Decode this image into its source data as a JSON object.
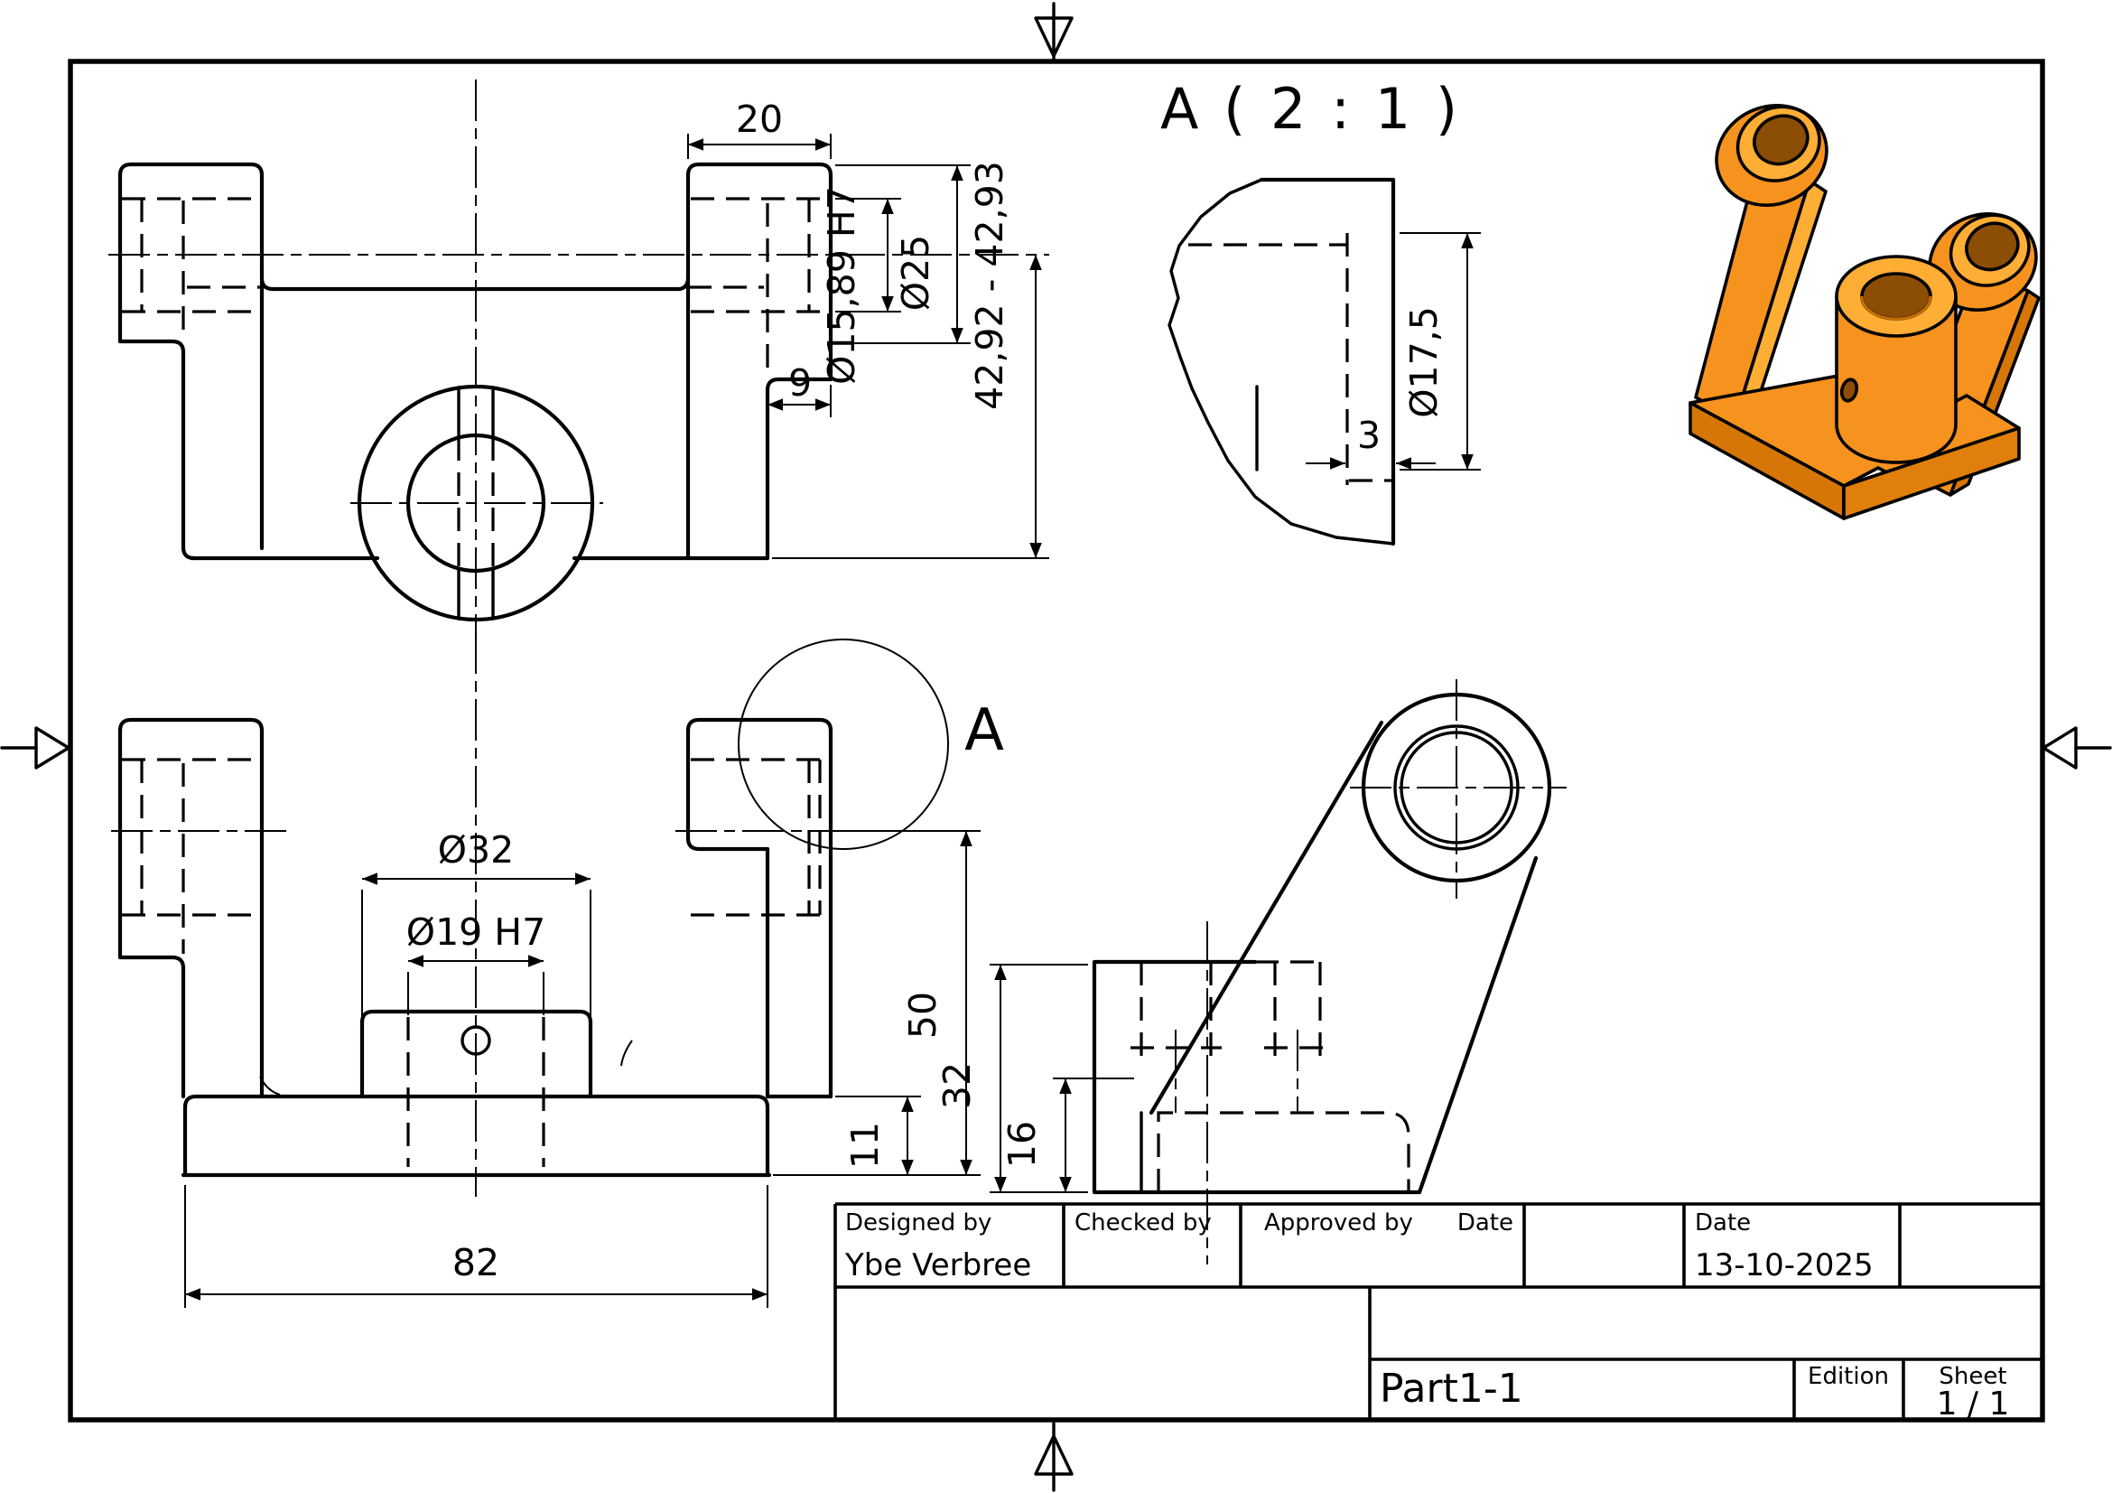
{
  "sheet": {
    "background": "#ffffff",
    "line_color": "#000000",
    "part_orange": "#F6921E",
    "part_orange_light": "#FFAE35",
    "part_orange_dark": "#D67607",
    "part_bore_dark": "#8C4D05"
  },
  "top_view": {
    "dim_tab_width": "20",
    "dim_overhang": "9",
    "dim_bore": "Ø15,89 H7",
    "dim_counterbore": "Ø25",
    "dim_span": "42,92 - 42,93"
  },
  "front_view": {
    "dim_boss_od": "Ø32",
    "dim_boss_bore": "Ø19 H7",
    "dim_height": "50",
    "dim_base_thickness": "11",
    "dim_base_width": "82",
    "detail_label": "A"
  },
  "side_view": {
    "dim_height": "32",
    "dim_step": "16"
  },
  "detail_view": {
    "title": "A ( 2 : 1 )",
    "dim_groove_diameter": "Ø17,5",
    "dim_groove_width": "3"
  },
  "title_block": {
    "designed_by_label": "Designed by",
    "designed_by_value": "Ybe Verbree",
    "checked_by_label": "Checked by",
    "approved_by_label": "Approved by",
    "approved_date_label": "Date",
    "date_label": "Date",
    "date_value": "13-10-2025",
    "part_name": "Part1-1",
    "edition_label": "Edition",
    "sheet_label": "Sheet",
    "sheet_value": "1 / 1"
  }
}
